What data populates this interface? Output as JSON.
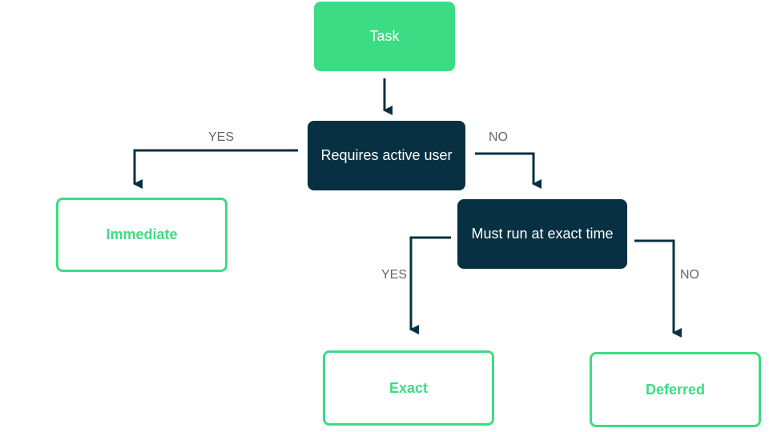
{
  "colors": {
    "start_fill": "#3ddc84",
    "decision_fill": "#073042",
    "result_border": "#3ddc84",
    "connector": "#073042",
    "label_text": "#666666"
  },
  "nodes": {
    "task": "Task",
    "requires_active_user": "Requires active user",
    "must_run_exact_time": "Must run at exact time",
    "immediate": "Immediate",
    "exact": "Exact",
    "deferred": "Deferred"
  },
  "edges": {
    "active_user_yes": "YES",
    "active_user_no": "NO",
    "exact_time_yes": "YES",
    "exact_time_no": "NO"
  }
}
